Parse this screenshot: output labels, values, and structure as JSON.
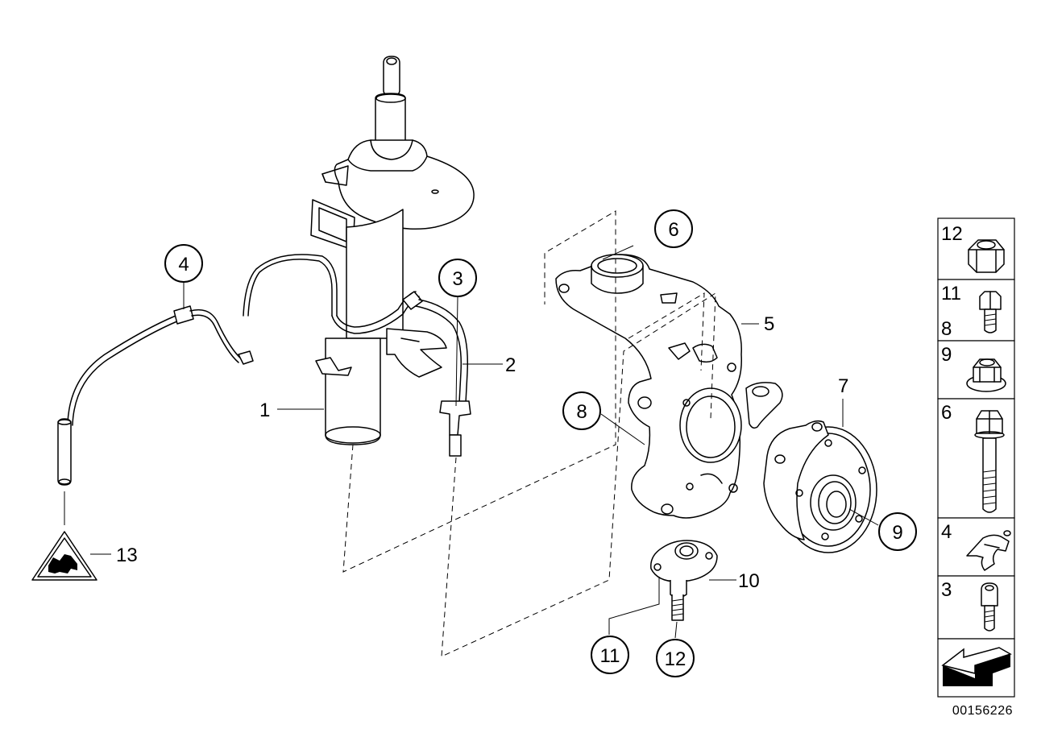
{
  "callouts": [
    {
      "id": "c1",
      "label": "1",
      "circled": false
    },
    {
      "id": "c2",
      "label": "2",
      "circled": false
    },
    {
      "id": "c3",
      "label": "3",
      "circled": true
    },
    {
      "id": "c4",
      "label": "4",
      "circled": true
    },
    {
      "id": "c5",
      "label": "5",
      "circled": false
    },
    {
      "id": "c6",
      "label": "6",
      "circled": true
    },
    {
      "id": "c7",
      "label": "7",
      "circled": false
    },
    {
      "id": "c8",
      "label": "8",
      "circled": true
    },
    {
      "id": "c9",
      "label": "9",
      "circled": true
    },
    {
      "id": "c10",
      "label": "10",
      "circled": false
    },
    {
      "id": "c11",
      "label": "11",
      "circled": true
    },
    {
      "id": "c12",
      "label": "12",
      "circled": true
    },
    {
      "id": "c13",
      "label": "13",
      "circled": false
    }
  ],
  "side_panel": {
    "cells": [
      {
        "labels": [
          "12"
        ],
        "part_icon": "flange-nut-icon"
      },
      {
        "labels": [
          "11",
          "8"
        ],
        "part_icon": "hex-bolt-short-icon"
      },
      {
        "labels": [
          "9"
        ],
        "part_icon": "collar-nut-icon"
      },
      {
        "labels": [
          "6"
        ],
        "part_icon": "hex-bolt-long-icon"
      },
      {
        "labels": [
          "4"
        ],
        "part_icon": "cable-clip-icon"
      },
      {
        "labels": [
          "3"
        ],
        "part_icon": "socket-screw-icon"
      },
      {
        "labels": [],
        "part_icon": "direction-arrow-icon"
      }
    ]
  },
  "reference_code": "00156226"
}
